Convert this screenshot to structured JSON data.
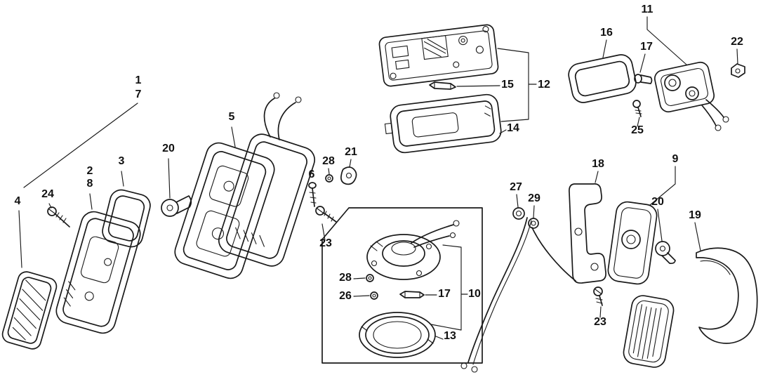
{
  "diagram": {
    "background": "#ffffff",
    "ink": "#1a1a1a"
  },
  "callouts": [
    {
      "label": "1"
    },
    {
      "label": "7"
    },
    {
      "label": "5"
    },
    {
      "label": "20"
    },
    {
      "label": "2"
    },
    {
      "label": "8"
    },
    {
      "label": "3"
    },
    {
      "label": "24"
    },
    {
      "label": "4"
    },
    {
      "label": "6"
    },
    {
      "label": "28"
    },
    {
      "label": "21"
    },
    {
      "label": "23"
    },
    {
      "label": "15"
    },
    {
      "label": "12"
    },
    {
      "label": "14"
    },
    {
      "label": "11"
    },
    {
      "label": "16"
    },
    {
      "label": "17"
    },
    {
      "label": "22"
    },
    {
      "label": "25"
    },
    {
      "label": "18"
    },
    {
      "label": "9"
    },
    {
      "label": "20"
    },
    {
      "label": "19"
    },
    {
      "label": "27"
    },
    {
      "label": "29"
    },
    {
      "label": "23"
    },
    {
      "label": "28"
    },
    {
      "label": "26"
    },
    {
      "label": "17"
    },
    {
      "label": "10"
    },
    {
      "label": "13"
    }
  ]
}
